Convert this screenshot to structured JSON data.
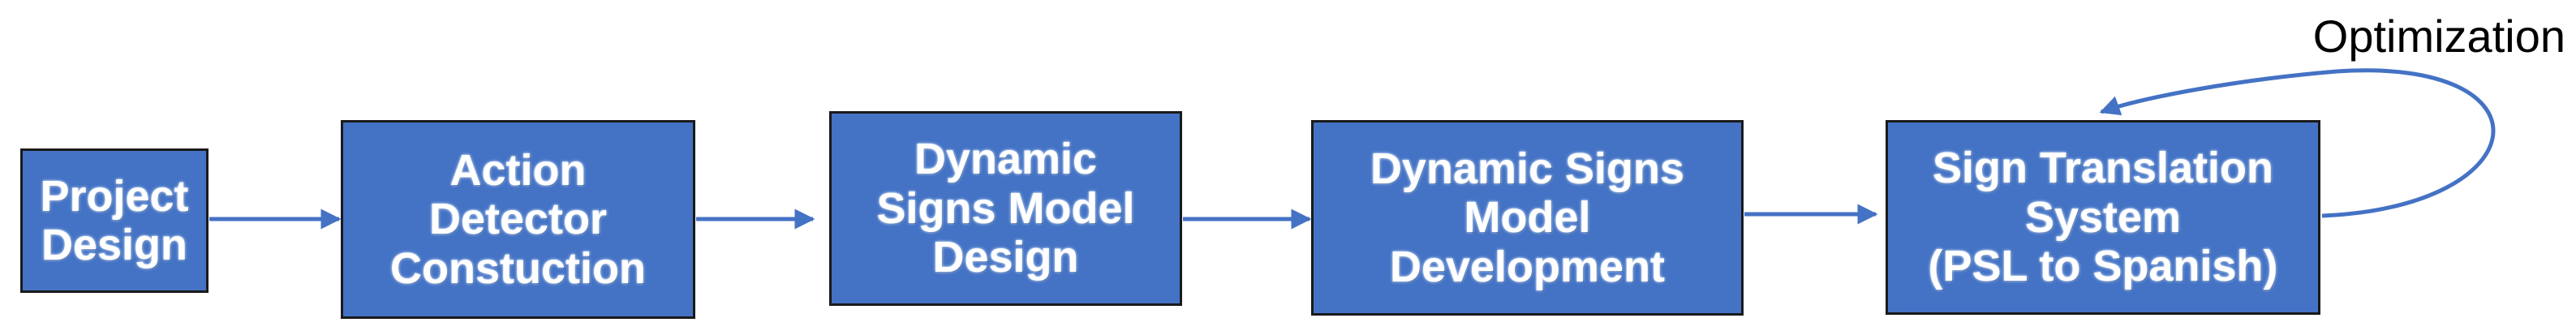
{
  "colors": {
    "box_fill": "#4472c4",
    "box_border": "#1a1a1a",
    "arrow": "#4472c4",
    "label_text": "#ffffff"
  },
  "steps": [
    {
      "label": "Project\nDesign"
    },
    {
      "label": "Action\nDetector\nConstuction"
    },
    {
      "label": "Dynamic\nSigns Model\nDesign"
    },
    {
      "label": "Dynamic Signs\nModel\nDevelopment"
    },
    {
      "label": "Sign Translation\nSystem\n(PSL to Spanish)"
    }
  ],
  "loop": {
    "label": "Optimization"
  }
}
